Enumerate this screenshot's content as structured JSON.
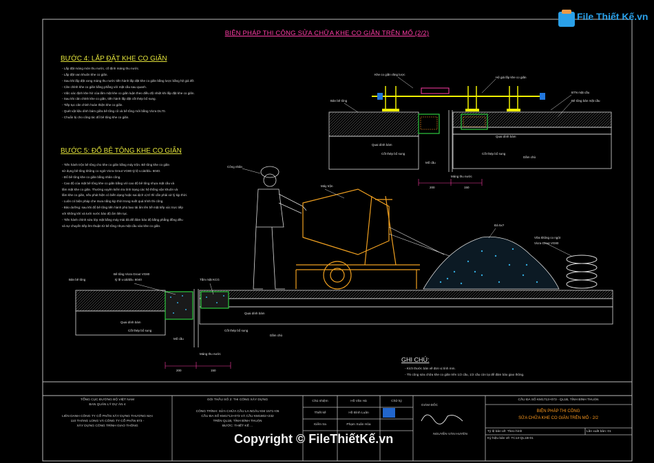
{
  "logo": {
    "text": "File Thiết Kế.vn"
  },
  "title": "BIỆN PHÁP THI CÔNG SỬA CHỮA KHE CO GIÃN TRÊN MỐ (2/2)",
  "step4": {
    "heading": "BƯỚC 4: LẮP ĐẶT KHE CO GIÃN",
    "items": [
      "- Lắp đặt máng mòn thu nước, cố định máng thu nước.",
      "- Lắp đặt van khuôn khe co giãn.",
      "- Sau khi lắp đặt xong máng thu nước tiến hành lắp đặt khe co giãn bằng lược bằng hệ giá đỡ.",
      "- Căn chỉnh khe co giãn bằng phẳng với mặt cầu sau quanh.",
      "- Việc xác định khe hở của lấm mặt khe co giãn luận theo điều độ nhiệt khi lắp đặt khe co giãn.",
      "- Sau khi căn chỉnh khe co giãn, tiến hành lắp đặt cốt thép bổ sung.",
      "- Tiếp tục căn chỉnh hoàn thiện khe co giãn.",
      "- Quét vật liệu dính bám giữa bê tông cũ và bê tông mới bằng Vicra DL70.",
      "- Chuẩn bị cho công tác đổ bê tông khe co giãn."
    ]
  },
  "step5": {
    "heading": "BƯỚC 5: ĐỔ BÊ TÔNG KHE CO GIÃN",
    "items": [
      "- Tiến hành trộn bê tông cho khe co giãn bằng máy trộn. Bê tông khe co giãn",
      "sử dụng bê tông không co ngót Vicra Grout VG80 tỷ lệ v.cát/đá= 6040.",
      "- Đổ bê tông khe co giãn bằng nhân công.",
      "- Cao độ của mặt bê tông khe co giãn bằng với cao độ bê tông nhựa mặt cầu và",
      "lấm mặt khe co giãn. Thường xuyên kiểm tra tình trạng các hệ thống vận khuôn và",
      "lấm khe co giãn, nếu phát hiện có biến dạng hoặc sai dịch vị trí thì cần phải xử lý kịp thời.",
      "- Luôn có biện pháp che mưa nắng kịp thời trong suốt quá trình thi công.",
      "- Bảo dưỡng: sau khi đổ bê tông tiến hành phủ bao tải ẩm lên bề mặt tiếp xúc trực tiếp",
      "với không khí và tưới nước bảo độ ẩm liên tục.",
      "- Tiến hành chỉnh sửa lớp mặt bằng máy mài đá để đảm bảo độ bằng phẳng đồng đều",
      "và sự chuyển tiếp êm thuận từ bê tông nhựa mặt cầu vào khe co giãn."
    ]
  },
  "upper_labels": {
    "khe": "Khe co giãn răng lược",
    "gia_do": "Hệ giá lắp khe co giãn",
    "be_tong": "Bản bê tông",
    "btn": "BTN mặt cầu",
    "ban_mat": "Bê tông bản mặt cầu",
    "quai_dinh_1": "Quai dính bám",
    "quai_dinh_2": "Quai dính bám",
    "cot_thep_1": "Cốt thép bổ sung",
    "cot_thep_2": "Cốt thép bổ sung",
    "mo_cau": "Mố cầu",
    "dam_chu": "Dầm chủ",
    "mang": "Máng thu nước",
    "d1": "200",
    "d2": "150"
  },
  "middle_labels": {
    "cong_nhan": "Công nhân",
    "may_tron": "Máy trộn",
    "da": "Đá 5x?",
    "vua": "Vữa không co ngót",
    "vua2": "Vicra Grout VG80"
  },
  "lower_labels": {
    "ban_be_tong": "Bản bê tông",
    "be_tong_vicra": "Bê tông Vicra Grout VG80",
    "ty_le": "tỷ lệ v.cát/đá= 6040",
    "tam_mat": "Tấm mặt KCG",
    "quai_1": "Quai dính bám",
    "quai_2": "Quai dính bám",
    "cot_1": "Cốt thép bổ sung",
    "cot_2": "Cốt thép bổ sung",
    "mo": "Mố cầu",
    "dam": "Dầm chủ",
    "mang": "Máng thu nước",
    "d1": "200",
    "d2": "150"
  },
  "notes": {
    "heading": "GHI CHÚ:",
    "items": [
      "- Kích thước bản vẽ đơn vị tính mm.",
      "- Thi công sửa chữa khe co giãn trên 1/2 cầu, 1/2 cầu còn lại để đảm bảo giao thông."
    ]
  },
  "titleblock": {
    "col1": [
      "TỔNG CỤC ĐƯỜNG BỘ VIỆT NAM",
      "BAN QUẢN LÝ DỰ ÁN 4",
      "LIÊN DANH CÔNG TY CỔ PHẦN XÂY DỰNG THƯƠNG MẠI",
      "110 THĂNG LONG VÀ CÔNG TY CỔ PHẦN 873 -",
      "XÂY DỰNG CÔNG TRÌNH GIAO THÔNG"
    ],
    "col2": [
      "GÓI THẦU SỐ 2: THI CÔNG XÂY DỰNG",
      "CÔNG TRÌNH: SỬA CHỮA CẦU LA NGÂU KM 1571+05",
      "CẦU ĐA SỐ KM1713+073 VÀ CẦU KM1802+232",
      "TRÊN QL1B, TỈNH BÌNH THUẬN",
      "BƯỚC: THIẾT KẾ ..."
    ],
    "roles": [
      "Chủ nhiệm",
      "Thiết kế",
      "Kiểm tra"
    ],
    "names": [
      "Hồ Văn Hà",
      "Hồ Bình Luân",
      "Phạm Xuân Hòa"
    ],
    "chuky": "Chữ ký",
    "giamdoc": "GIÁM ĐỐC",
    "gd_name": "NGUYỄN VĂN HUYÊN",
    "cau": "CẦU ĐA SỐ KM1713+073 - QL1B, TỈNH BÌNH THUẬN",
    "drawing_title_1": "BIỆN PHÁP THI CÔNG",
    "drawing_title_2": "SỬA CHỮA KHE CO GIÃN TRÊN MỐ - 2/2",
    "tl": "Tỷ lệ bản vẽ: Theo hình",
    "kh": "Ký hiệu bản vẽ: TC13-QL1B-01",
    "lan": "Lần xuất bản: 01"
  },
  "watermark": "Copyright © FileThiếtKế.vn"
}
